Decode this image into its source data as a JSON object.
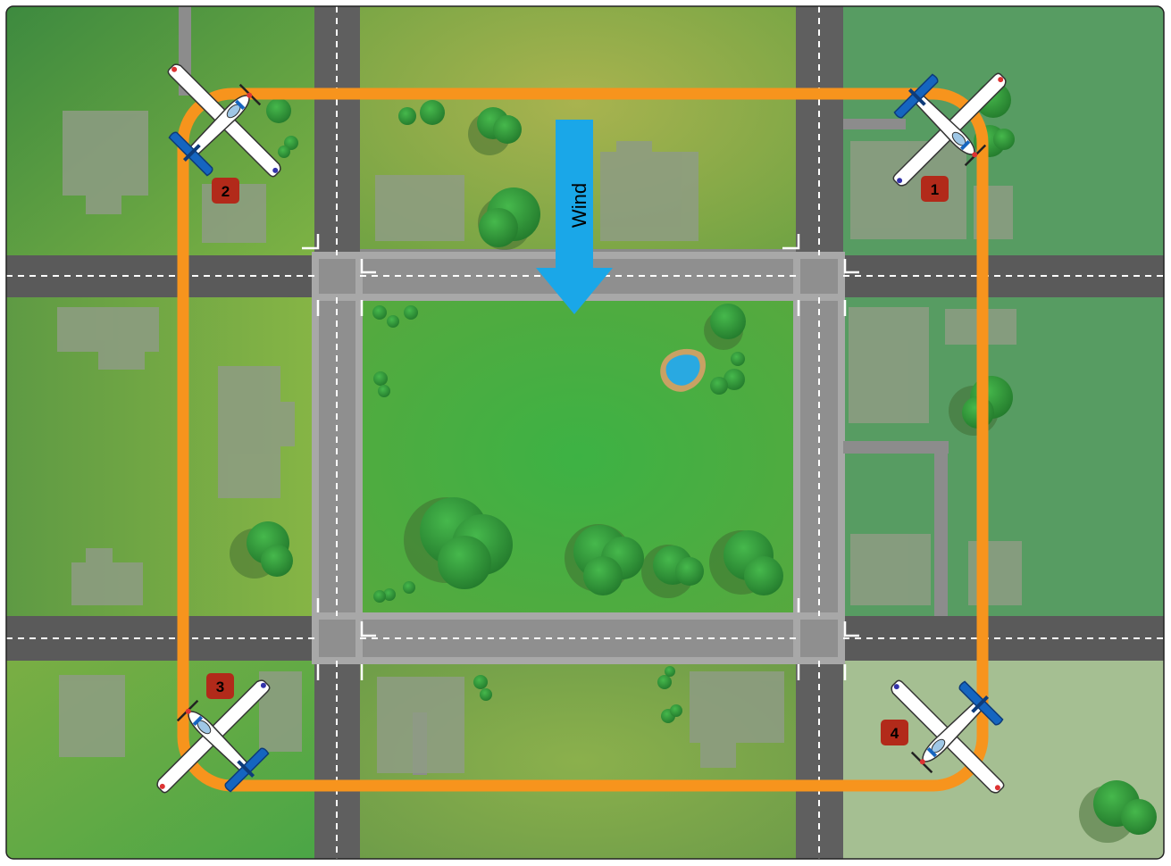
{
  "wind": {
    "label": "Wind",
    "arrow_color": "#1aa7e8",
    "direction": "north-to-south"
  },
  "flight_path": {
    "color": "#f7941d",
    "shape": "rectangular-pattern"
  },
  "positions": [
    {
      "number": "1",
      "aircraft_heading": "southeast"
    },
    {
      "number": "2",
      "aircraft_heading": "northeast"
    },
    {
      "number": "3",
      "aircraft_heading": "northwest"
    },
    {
      "number": "4",
      "aircraft_heading": "southwest"
    }
  ],
  "colors": {
    "grass": "#3aa83e",
    "road": "#8c8c8c",
    "building": "#8a9a80",
    "tree": "#2e9a3a",
    "pond": "#29a9e1",
    "marker": "#b22a1a",
    "aircraft_accent": "#1565c0"
  }
}
